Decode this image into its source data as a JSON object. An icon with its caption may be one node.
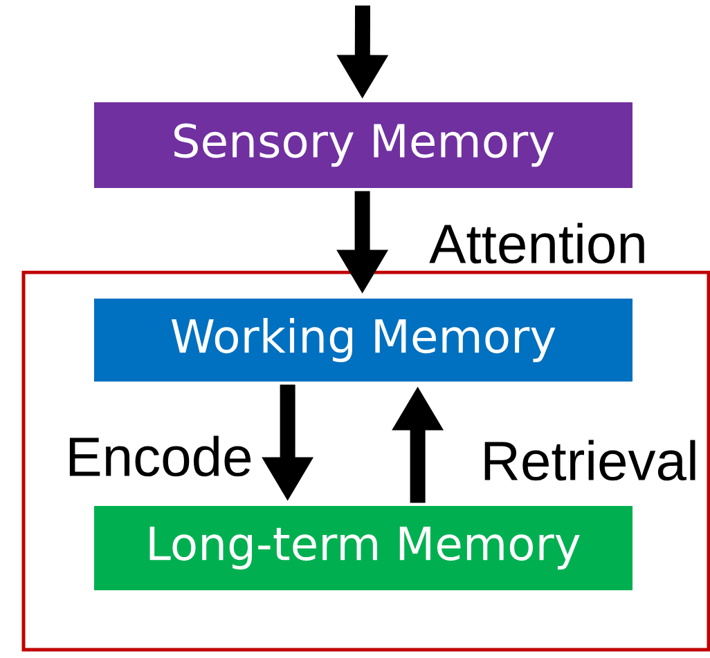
{
  "diagram": {
    "nodes": [
      {
        "text": [
          "Sensory Memory"
        ]
      },
      {
        "text": [],
        "shape": "box"
      },
      {
        "text": [
          "Working Memory"
        ],
        "in": 1
      },
      {
        "text": [
          "Long-term Memory"
        ],
        "in": 1
      }
    ],
    "edges": [
      {
        "from": null,
        "to": 0,
        "arrow": "to"
      },
      {
        "from": 0,
        "to": 2,
        "arrow": "to",
        "label": "Attention"
      },
      {
        "from": 2,
        "to": 3,
        "arrow": "to",
        "label": "Encode"
      },
      {
        "from": 3,
        "to": 2,
        "arrow": "to",
        "label": "Retrieval"
      }
    ]
  }
}
